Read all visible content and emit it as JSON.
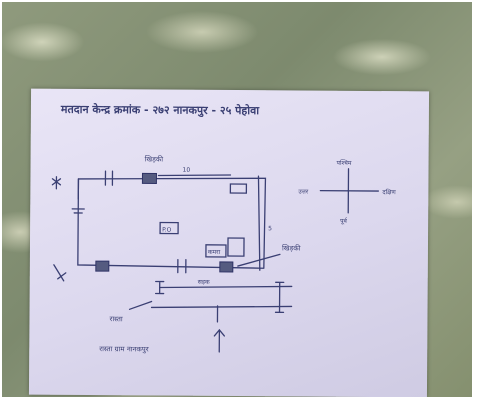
{
  "photo": {
    "title": "मतदान केन्द्र क्रमांक - २७२ नानकपुर - २५ पेहोवा",
    "diagram": {
      "window_label_top": "खिड़की",
      "window_label_right": "खिड़की",
      "station_box_label": "P.O",
      "room_label": "कमरा",
      "road_label": "सड़क",
      "exit_label": "रास्ता",
      "bottom_caption": "रास्ता ग्राम नानकपुर",
      "distance_top": "10",
      "distance_side": "5",
      "compass": {
        "north": "पश्चिम",
        "south": "पूर्व",
        "west": "उत्तर",
        "east": "दक्षिण"
      }
    }
  }
}
